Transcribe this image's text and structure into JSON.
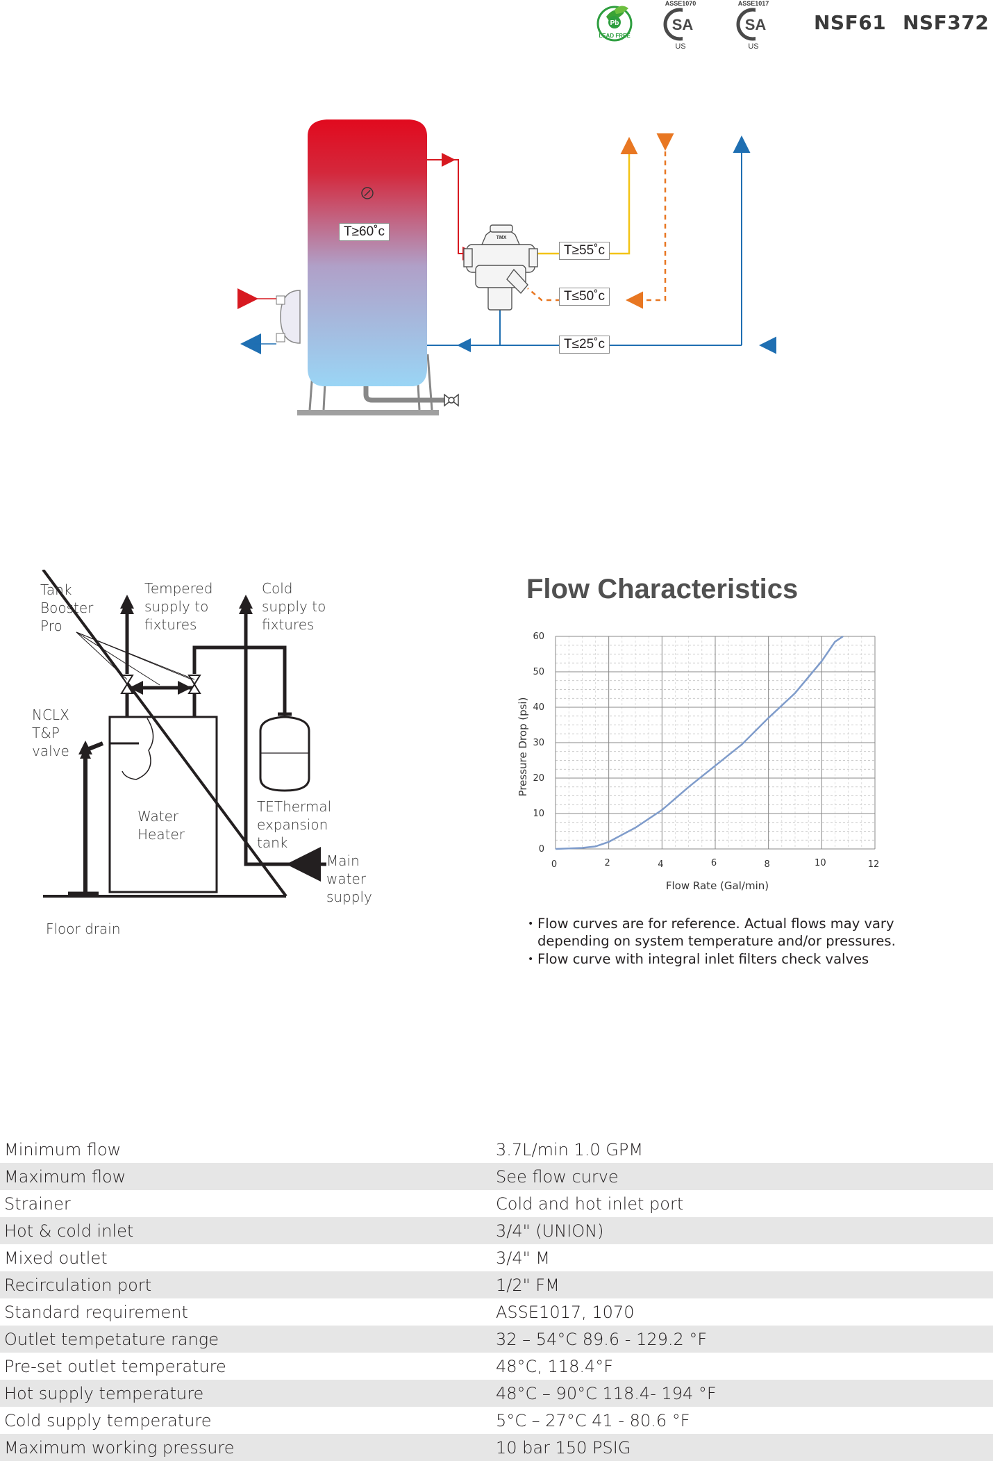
{
  "certifications": {
    "lead_free": "LEAD FREE",
    "lead_free_mark": "Pb",
    "csa1_label": "ASSE1070",
    "csa2_label": "ASSE1017",
    "csa_mark": "SA",
    "csa_us": "US",
    "nsf61": "NSF61",
    "nsf372": "NSF372"
  },
  "installation_diagram": {
    "tank_temp": "T≥60˚c",
    "valve_brand": "TMX",
    "temp_mixed": "T≥55˚c",
    "temp_return": "T≤50˚c",
    "temp_cold": "T≤25˚c",
    "colors": {
      "hot": "#d71920",
      "cold": "#1f6fb2",
      "mixed": "#f3c316",
      "return": "#e87722"
    }
  },
  "schematic": {
    "tank_booster": "Tank\nBooster\nPro",
    "tempered_supply": "Tempered\nsupply to\nfixtures",
    "cold_supply": "Cold\nsupply to\nfixtures",
    "nclx_valve": "NCLX\nT&P\nvalve",
    "water_heater": "Water\nHeater",
    "expansion_tank": "TEThermal\nexpansion\ntank",
    "main_supply": "Main\nwater\nsupply",
    "floor_drain": "Floor drain"
  },
  "flow": {
    "title": "Flow Characteristics",
    "notes": [
      "Flow curves are for reference. Actual flows may vary",
      "depending on system temperature and/or pressures.",
      "Flow curve with integral inlet filters check valves"
    ]
  },
  "chart_data": {
    "type": "line",
    "title": "Flow Characteristics",
    "xlabel": "Flow Rate (Gal/min)",
    "ylabel": "Pressure Drop (psi)",
    "xlim": [
      0,
      12
    ],
    "ylim": [
      0,
      60
    ],
    "x_ticks": [
      "0",
      "2",
      "4",
      "6",
      "8",
      "10",
      "12"
    ],
    "y_ticks": [
      "0",
      "10",
      "20",
      "30",
      "40",
      "50",
      "60"
    ],
    "grid": true,
    "series": [
      {
        "x": [
          0,
          1,
          1.5,
          2,
          3,
          4,
          5,
          6,
          7,
          8,
          9,
          10,
          10.5,
          10.8
        ],
        "y": [
          0,
          0.3,
          0.7,
          2,
          6,
          11,
          17.5,
          23.5,
          29.5,
          37,
          44,
          53,
          58.5,
          60
        ]
      }
    ],
    "line_color": "#7f9ccb"
  },
  "specs": [
    {
      "label": "Minimum flow",
      "value": "3.7L/min  1.0 GPM"
    },
    {
      "label": "Maximum flow",
      "value": "See flow curve"
    },
    {
      "label": "Strainer",
      "value": "Cold and hot inlet port"
    },
    {
      "label": "Hot & cold inlet",
      "value": "3/4\" (UNION)"
    },
    {
      "label": "Mixed outlet",
      "value": "3/4\" M"
    },
    {
      "label": "Recirculation port",
      "value": "1/2\" FM"
    },
    {
      "label": "Standard requirement",
      "value": "ASSE1017, 1070"
    },
    {
      "label": "Outlet tempetature range",
      "value": "32 – 54°C  89.6 - 129.2 °F"
    },
    {
      "label": "Pre-set outlet temperature",
      "value": "48°C, 118.4°F"
    },
    {
      "label": "Hot supply temperature",
      "value": "48°C – 90°C  118.4- 194 °F"
    },
    {
      "label": "Cold supply temperature",
      "value": "5°C – 27°C  41 - 80.6 °F"
    },
    {
      "label": "Maximum working pressure",
      "value": "10 bar 150 PSIG"
    }
  ]
}
